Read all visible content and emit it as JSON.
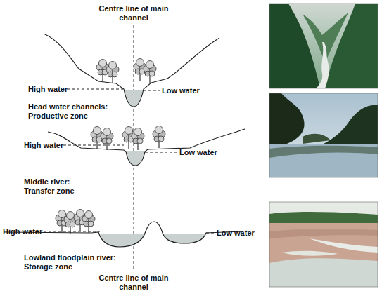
{
  "diagram": {
    "labels": [
      "Centre line of main channel",
      "High water",
      "Low water",
      "Head water channels: Productive zone",
      "High water",
      "Low water",
      "Middle river: Transfer zone",
      "High water",
      "Low water",
      "Lowland floodplain river: Storage zone",
      "Centre line of main channel"
    ]
  }
}
